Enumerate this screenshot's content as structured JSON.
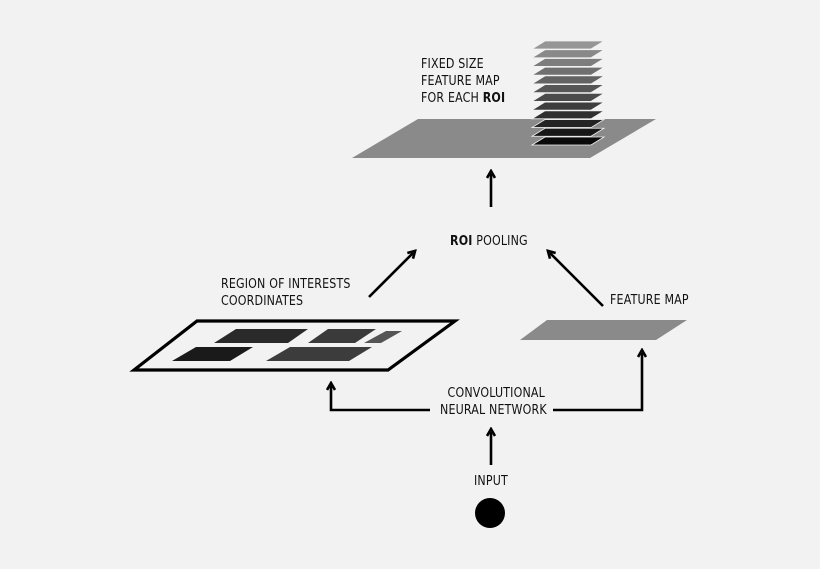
{
  "labels": {
    "fixed_size_line1": "FIXED SIZE",
    "fixed_size_line2": "FEATURE MAP",
    "fixed_size_line3_prefix": "FOR EACH",
    "fixed_size_line3_bold": "ROI",
    "roi_pooling_bold": "ROI",
    "roi_pooling_rest": "POOLING",
    "region_line1": "REGION OF INTERESTS",
    "region_line2": "COORDINATES",
    "feature_map": "FEATURE MAP",
    "cnn_line1": "CONVOLUTIONAL",
    "cnn_line2": "NEURAL NETWORK",
    "input": "INPUT"
  },
  "colors": {
    "background": "#f2f2f2",
    "plane": "#8a8a8a",
    "stroke": "#000000",
    "input_dot": "#000000"
  }
}
